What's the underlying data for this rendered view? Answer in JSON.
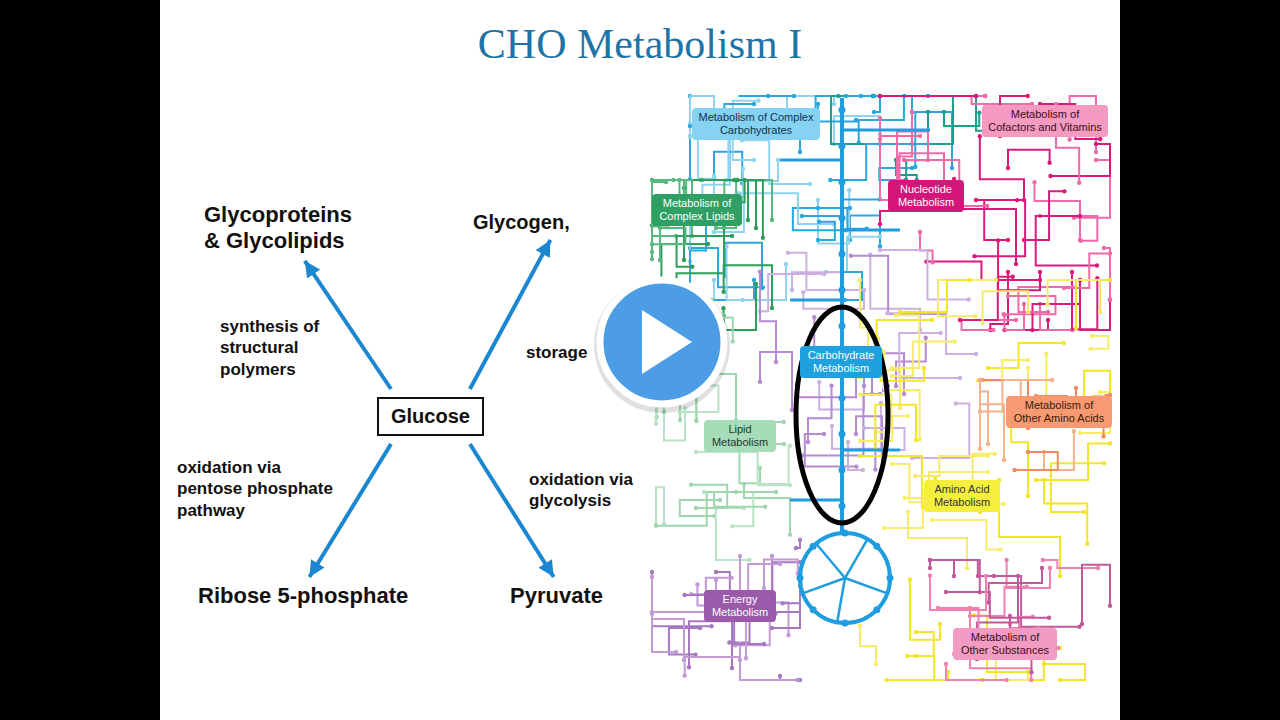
{
  "diagram": {
    "title": "CHO Metabolism I",
    "nodes": [
      {
        "text": [
          "Glycoproteins & Glycolipids"
        ]
      },
      {
        "text": [
          "Glycogen,"
        ]
      },
      {
        "text": [
          "Glucose"
        ]
      },
      {
        "text": [
          "Ribose 5-phosphate"
        ]
      },
      {
        "text": [
          "Pyruvate"
        ]
      },
      {
        "text": [
          "Metabolism of Complex Carbohydrates"
        ]
      },
      {
        "text": [
          "Metabolism of Cofactors and Vitamins"
        ]
      },
      {
        "text": [
          "Nucleotide Metabolism"
        ]
      },
      {
        "text": [
          "Metabolism of Complex Lipids"
        ]
      },
      {
        "text": [
          "Carbohydrate Metabolism"
        ]
      },
      {
        "text": [
          "Lipid Metabolism"
        ]
      },
      {
        "text": [
          "Metabolism of Other Amino Acids"
        ]
      },
      {
        "text": [
          "Amino Acid Metabolism"
        ]
      },
      {
        "text": [
          "Energy Metabolism"
        ]
      },
      {
        "text": [
          "Metabolism of Other Substances"
        ]
      }
    ],
    "edges": [
      {
        "from": 2,
        "to": 0,
        "arrow": "to",
        "label": "synthesis of structural polymers"
      },
      {
        "from": 2,
        "to": 1,
        "arrow": "to",
        "label": "storage"
      },
      {
        "from": 2,
        "to": 3,
        "arrow": "to",
        "label": "oxidation via pentose phosphate pathway"
      },
      {
        "from": 2,
        "to": 4,
        "arrow": "to",
        "label": "oxidation via glycolysis"
      }
    ]
  }
}
